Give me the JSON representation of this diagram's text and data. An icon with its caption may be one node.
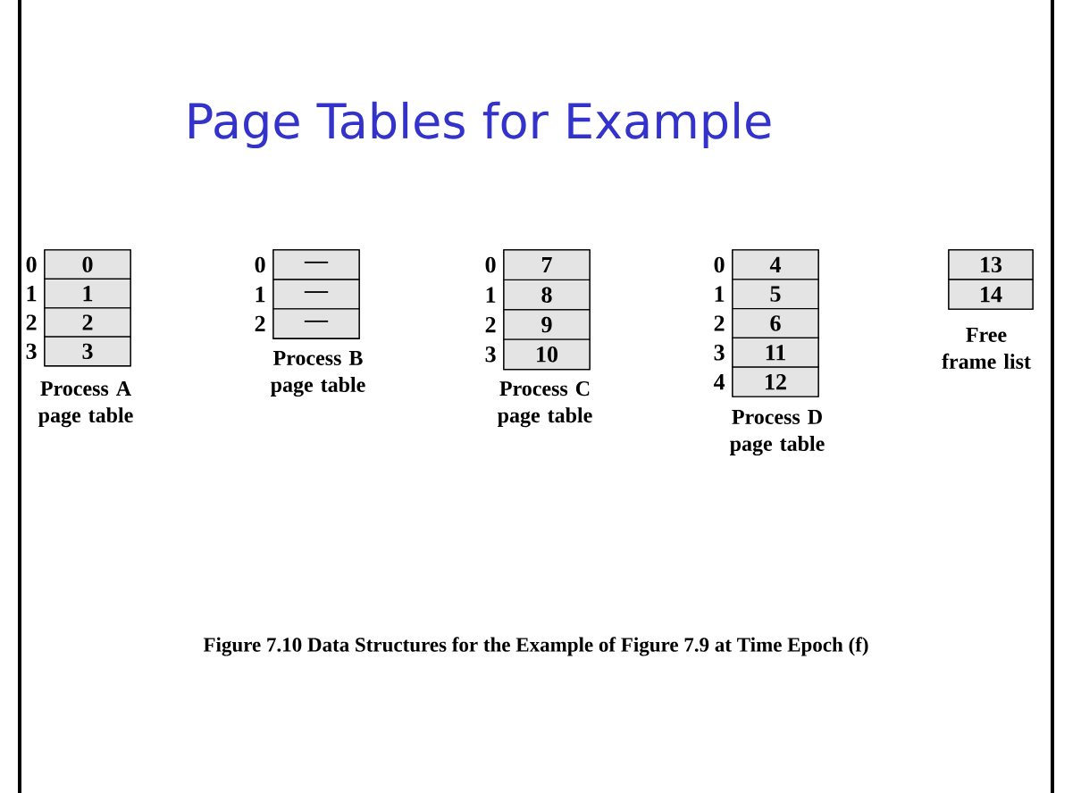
{
  "diagram": {
    "title": "Page Tables for Example",
    "caption": "Figure 7.10  Data Structures for the Example of Figure 7.9 at Time Epoch (f)",
    "nodes": [
      {
        "text": [
          "Process A page table"
        ]
      },
      {
        "text": [
          "0"
        ],
        "in": 0,
        "beside": [
          "0"
        ]
      },
      {
        "text": [
          "1"
        ],
        "in": 0,
        "beside": [
          "1"
        ]
      },
      {
        "text": [
          "2"
        ],
        "in": 0,
        "beside": [
          "2"
        ]
      },
      {
        "text": [
          "3"
        ],
        "in": 0,
        "beside": [
          "3"
        ]
      },
      {
        "text": [
          "Process B page table"
        ]
      },
      {
        "text": [
          "—"
        ],
        "in": 5,
        "beside": [
          "0"
        ]
      },
      {
        "text": [
          "—"
        ],
        "in": 5,
        "beside": [
          "1"
        ]
      },
      {
        "text": [
          "—"
        ],
        "in": 5,
        "beside": [
          "2"
        ]
      },
      {
        "text": [
          "Process C page table"
        ]
      },
      {
        "text": [
          "7"
        ],
        "in": 9,
        "beside": [
          "0"
        ]
      },
      {
        "text": [
          "8"
        ],
        "in": 9,
        "beside": [
          "1"
        ]
      },
      {
        "text": [
          "9"
        ],
        "in": 9,
        "beside": [
          "2"
        ]
      },
      {
        "text": [
          "10"
        ],
        "in": 9,
        "beside": [
          "3"
        ]
      },
      {
        "text": [
          "Process D page table"
        ]
      },
      {
        "text": [
          "4"
        ],
        "in": 14,
        "beside": [
          "0"
        ]
      },
      {
        "text": [
          "5"
        ],
        "in": 14,
        "beside": [
          "1"
        ]
      },
      {
        "text": [
          "6"
        ],
        "in": 14,
        "beside": [
          "2"
        ]
      },
      {
        "text": [
          "11"
        ],
        "in": 14,
        "beside": [
          "3"
        ]
      },
      {
        "text": [
          "12"
        ],
        "in": 14,
        "beside": [
          "4"
        ]
      },
      {
        "text": [
          "Free frame list"
        ]
      },
      {
        "text": [
          "13"
        ],
        "in": 20
      },
      {
        "text": [
          "14"
        ],
        "in": 20
      }
    ]
  }
}
